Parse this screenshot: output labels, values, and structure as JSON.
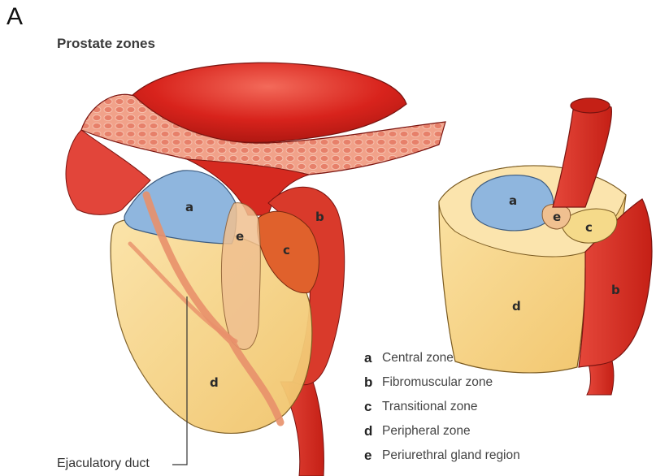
{
  "panel": {
    "letter": "A",
    "title": "Prostate zones"
  },
  "zone_labels": {
    "a": "a",
    "b": "b",
    "c": "c",
    "d": "d",
    "e": "e"
  },
  "legend": [
    {
      "key": "a",
      "label": "Central zone"
    },
    {
      "key": "b",
      "label": "Fibromuscular zone"
    },
    {
      "key": "c",
      "label": "Transitional zone"
    },
    {
      "key": "d",
      "label": "Peripheral zone"
    },
    {
      "key": "e",
      "label": "Periurethral gland region"
    }
  ],
  "annotation": {
    "ejaculatory_duct": "Ejaculatory duct"
  },
  "colors": {
    "bladder_red": "#d8231c",
    "muscle_red": "#e2453a",
    "peripheral_yellow": "#f5d27e",
    "central_blue": "#8fb6de",
    "transitional_orange": "#e0612c",
    "periurethral_peach": "#f0c090",
    "duct_orange": "#e8906a"
  }
}
